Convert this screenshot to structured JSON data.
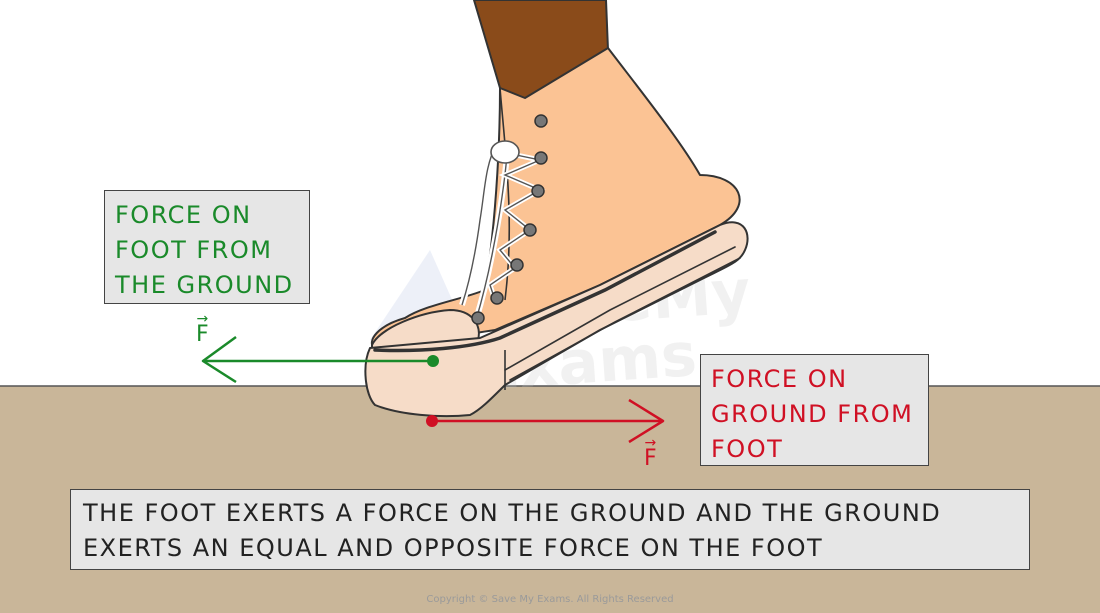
{
  "labels": {
    "foot_force": "FORCE ON\nFOOT FROM\nTHE GROUND",
    "ground_force": "FORCE ON\nGROUND FROM\nFOOT",
    "caption": "THE FOOT EXERTS A FORCE ON THE GROUND AND THE GROUND\nEXERTS AN EQUAL AND OPPOSITE FORCE ON THE FOOT",
    "vector_symbol": "F",
    "vector_arrow": "→"
  },
  "watermark": "Save My Exams",
  "copyright": "Copyright © Save My Exams. All Rights Reserved",
  "colors": {
    "ground": "#c9b699",
    "green": "#1a8a2a",
    "red": "#d01024",
    "shoe": "#fbc394",
    "sole": "#f6dcc8",
    "leg": "#8a4b1a",
    "box_fill": "#e6e6e6"
  }
}
